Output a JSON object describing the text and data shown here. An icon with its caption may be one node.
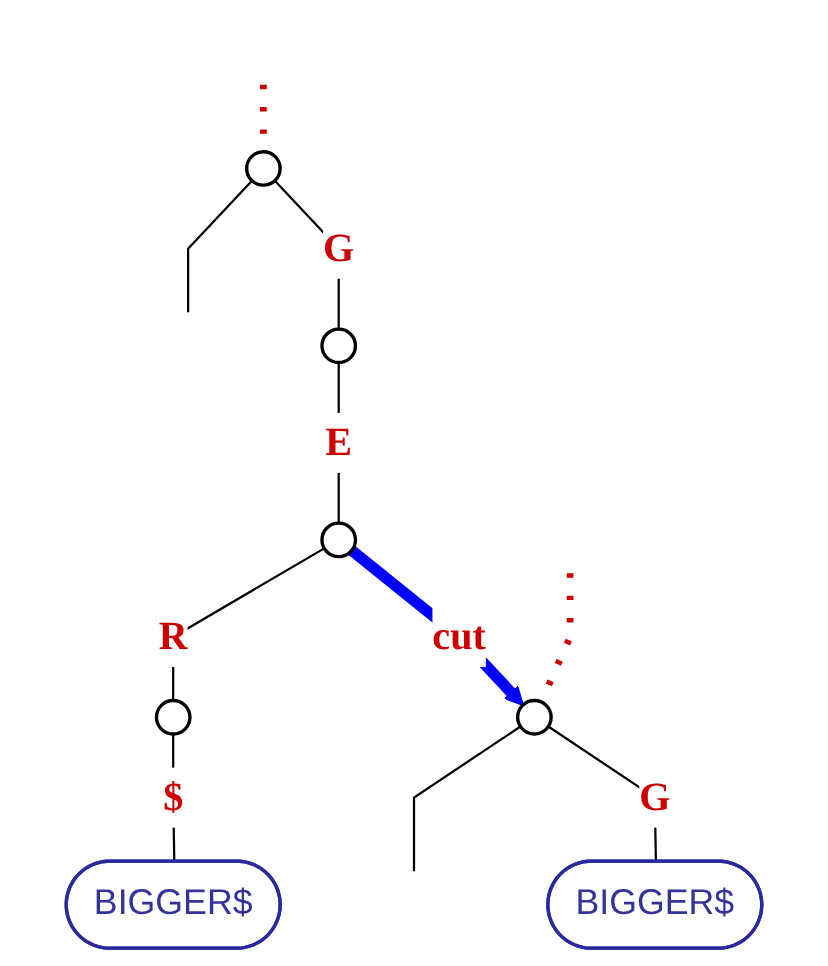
{
  "diagram": {
    "nodes": [
      {
        "text": [],
        "shape": "circle"
      },
      {
        "text": [],
        "shape": "circle"
      },
      {
        "text": [],
        "shape": "circle"
      },
      {
        "text": [],
        "shape": "circle"
      },
      {
        "text": [
          "BIGGER$"
        ]
      },
      {
        "text": [],
        "shape": "circle"
      },
      {
        "text": [
          "BIGGER$"
        ]
      }
    ],
    "edges": [
      {
        "from": null,
        "to": 0,
        "arrow": "none",
        "style": "dashed",
        "color": "#cc0000"
      },
      {
        "from": 0,
        "to": null,
        "arrow": "none"
      },
      {
        "from": 0,
        "to": 1,
        "arrow": "none",
        "label": "G"
      },
      {
        "from": 1,
        "to": 2,
        "arrow": "none",
        "label": "E"
      },
      {
        "from": 2,
        "to": 3,
        "arrow": "none",
        "label": "R"
      },
      {
        "from": 3,
        "to": 4,
        "arrow": "none",
        "label": "$"
      },
      {
        "from": null,
        "to": 5,
        "arrow": "none",
        "style": "dashed",
        "color": "#cc0000"
      },
      {
        "from": 5,
        "to": null,
        "arrow": "none"
      },
      {
        "from": 5,
        "to": 6,
        "arrow": "none",
        "label": "G"
      },
      {
        "from": 2,
        "to": 5,
        "arrow": "to",
        "label": "cut",
        "style": "thick",
        "color": "#0000ff"
      }
    ]
  }
}
